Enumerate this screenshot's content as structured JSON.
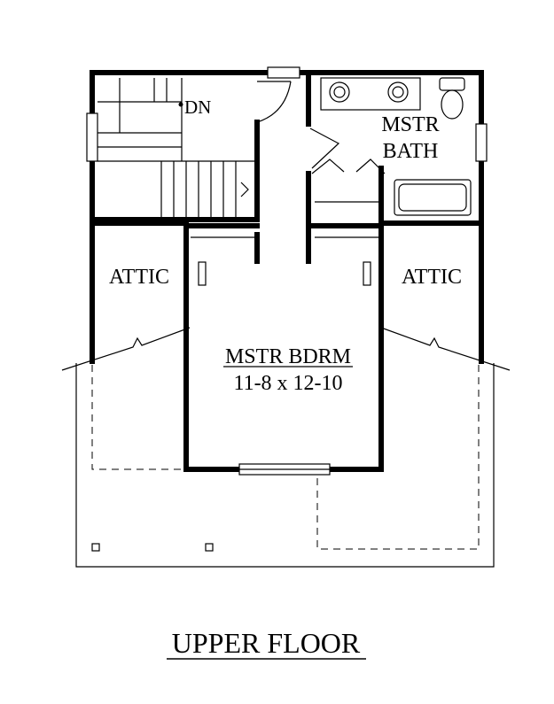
{
  "plan": {
    "title": "UPPER FLOOR",
    "rooms": {
      "stair_label": "DN",
      "bath_line1": "MSTR",
      "bath_line2": "BATH",
      "attic_left": "ATTIC",
      "attic_right": "ATTIC",
      "bedroom_name": "MSTR BDRM",
      "bedroom_size": "11-8 x 12-10"
    }
  }
}
